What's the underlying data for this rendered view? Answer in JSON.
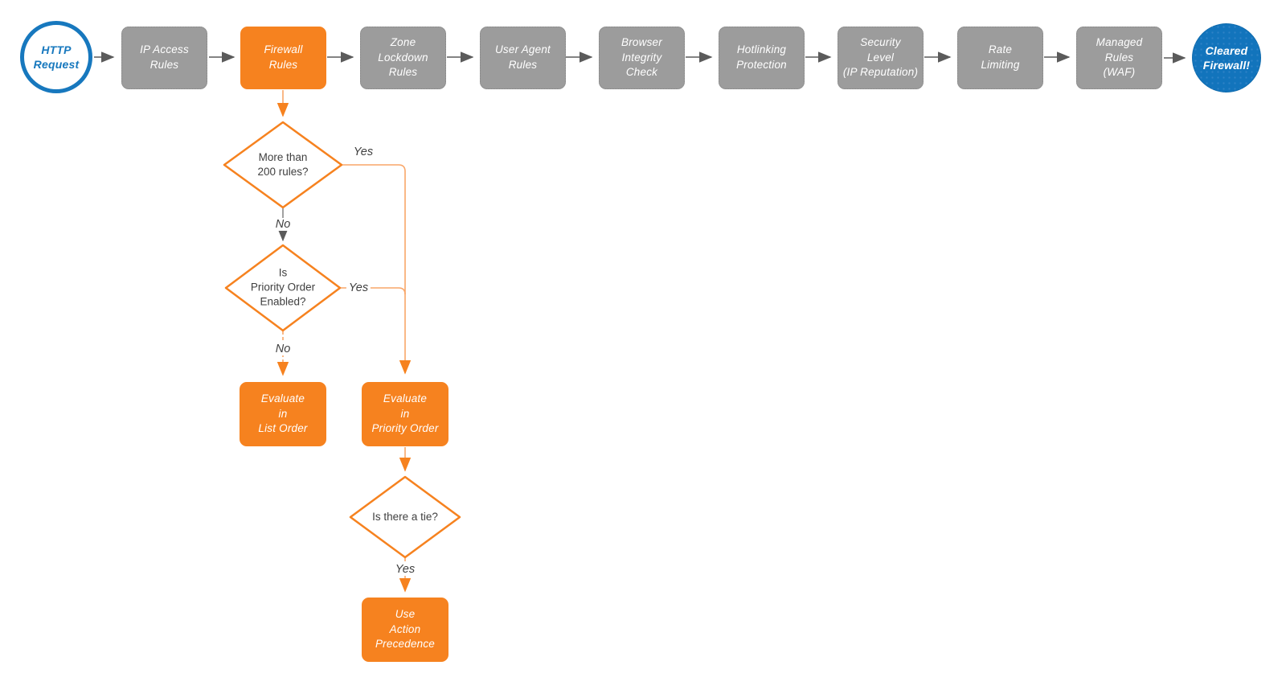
{
  "colors": {
    "orange": "#f6821f",
    "orange_wire": "#f9a668",
    "gray_fill": "#9c9c9c",
    "arrow_gray": "#5b5b5b",
    "blue": "#1778be",
    "text_dark": "#404040"
  },
  "flow": {
    "start": {
      "label": "HTTP\nRequest"
    },
    "steps": [
      {
        "label": "IP Access\nRules",
        "style": "gray"
      },
      {
        "label": "Firewall\nRules",
        "style": "orange"
      },
      {
        "label": "Zone\nLockdown\nRules",
        "style": "gray"
      },
      {
        "label": "User Agent\nRules",
        "style": "gray"
      },
      {
        "label": "Browser\nIntegrity\nCheck",
        "style": "gray"
      },
      {
        "label": "Hotlinking\nProtection",
        "style": "gray"
      },
      {
        "label": "Security\nLevel\n(IP Reputation)",
        "style": "gray"
      },
      {
        "label": "Rate\nLimiting",
        "style": "gray"
      },
      {
        "label": "Managed\nRules\n(WAF)",
        "style": "gray"
      }
    ],
    "end": {
      "label": "Cleared\nFirewall!"
    },
    "decisions": {
      "more_than_200": {
        "question": "More than\n200 rules?",
        "yes_label": "Yes",
        "no_label": "No"
      },
      "priority_enabled": {
        "question": "Is\nPriority Order\nEnabled?",
        "yes_label": "Yes",
        "no_label": "No"
      },
      "tie": {
        "question": "Is there a tie?",
        "yes_label": "Yes"
      }
    },
    "outcomes": {
      "list_order": {
        "label": "Evaluate\nin\nList Order"
      },
      "priority_order": {
        "label": "Evaluate\nin\nPriority Order"
      },
      "action_precedence": {
        "label": "Use\nAction\nPrecedence"
      }
    }
  }
}
